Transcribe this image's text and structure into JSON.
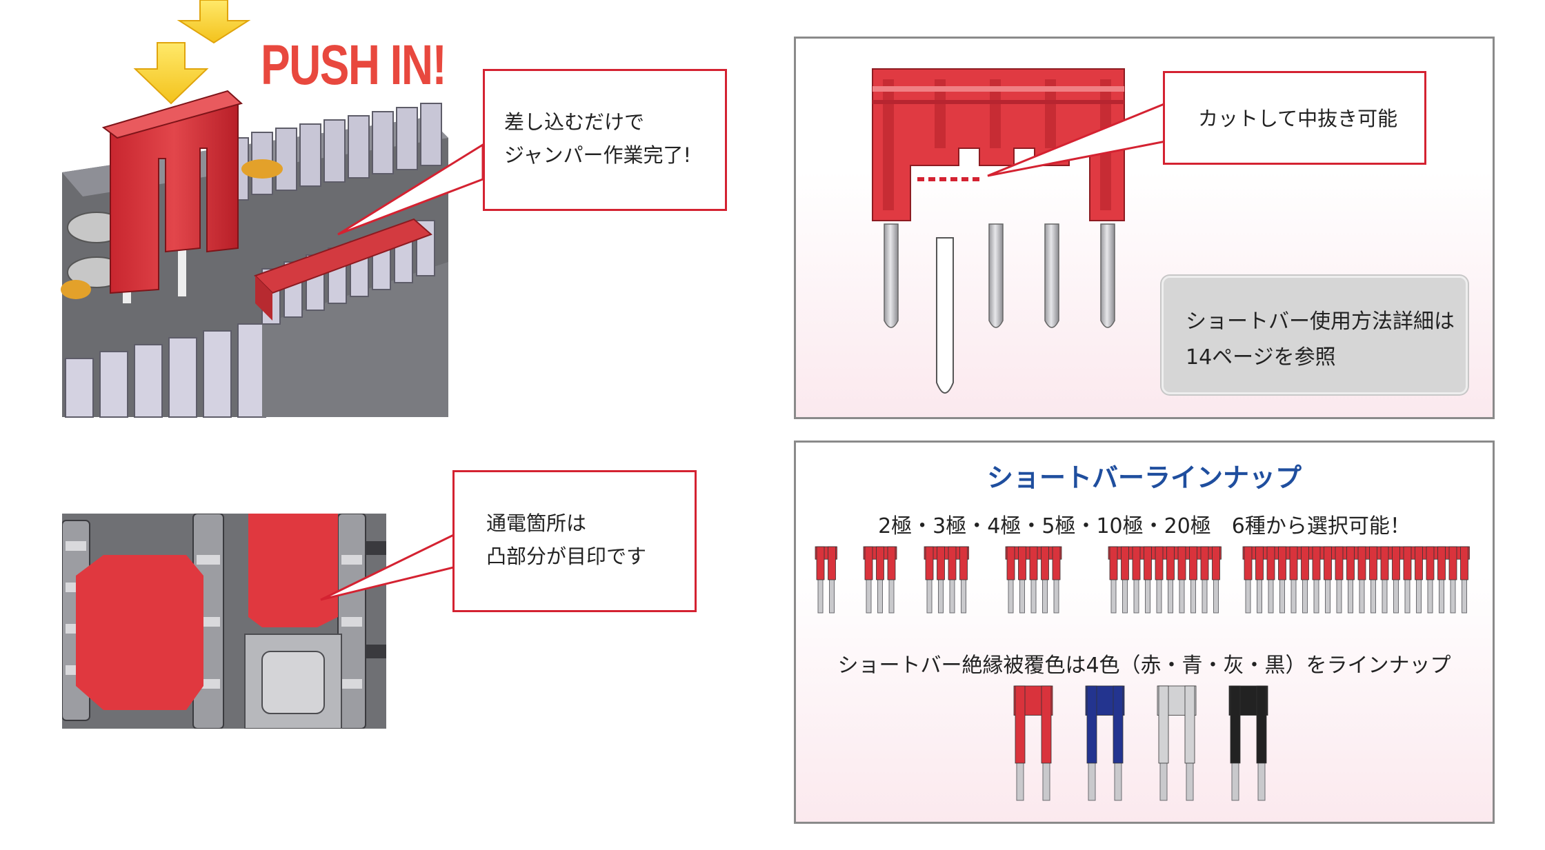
{
  "push_in": "PUSH IN!",
  "callouts": {
    "insert": [
      "差し込むだけで",
      "ジャンパー作業完了!"
    ],
    "conduct": [
      "通電箇所は",
      "凸部分が目印です"
    ],
    "cut": "カットして中抜き可能"
  },
  "note": [
    "ショートバー使用方法詳細は",
    "14ページを参照"
  ],
  "lineup": {
    "title": "ショートバーラインナップ",
    "poles_text": "2極・3極・4極・5極・10極・20極　6種から選択可能！",
    "poles": [
      2,
      3,
      4,
      5,
      10,
      20
    ],
    "colors_text": "ショートバー絶縁被覆色は4色（赤・青・灰・黒）をラインナップ",
    "colors": [
      {
        "name": "red",
        "hex": "#d9333c"
      },
      {
        "name": "blue",
        "hex": "#23348f"
      },
      {
        "name": "gray",
        "hex": "#d2d2d4"
      },
      {
        "name": "black",
        "hex": "#222222"
      }
    ]
  },
  "accent": "#d42231"
}
